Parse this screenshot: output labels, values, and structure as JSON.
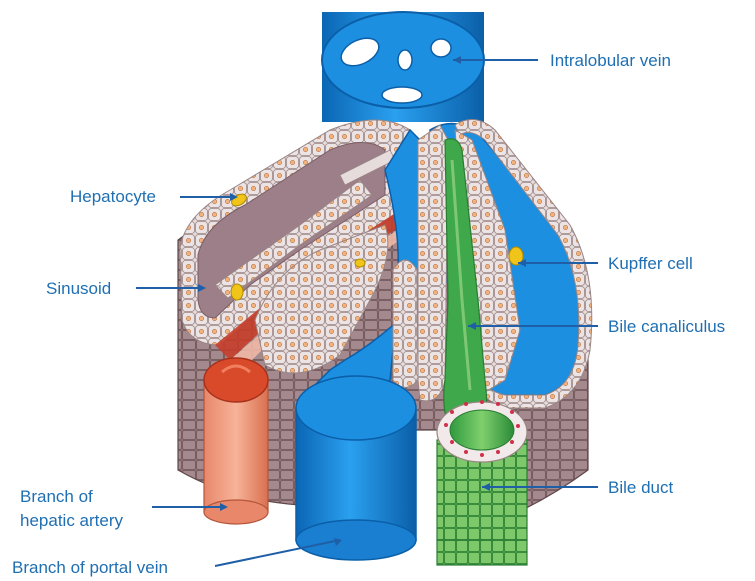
{
  "labels": {
    "intralobular_vein": "Intralobular vein",
    "hepatocyte": "Hepatocyte",
    "kupffer_cell": "Kupffer cell",
    "sinusoid": "Sinusoid",
    "bile_canaliculus": "Bile canaliculus",
    "bile_duct": "Bile duct",
    "hepatic_artery_line1": "Branch of",
    "hepatic_artery_line2": "hepatic artery",
    "portal_vein": "Branch of portal vein"
  },
  "colors": {
    "label_text": "#1f6fb2",
    "leader_line": "#1f5fa8",
    "vein_blue": "#1d8fe0",
    "vein_dark": "#0b5fa8",
    "artery_red": "#d94a2b",
    "artery_pink": "#f2a080",
    "bile_green": "#3ea84a",
    "bile_light": "#8fd07e",
    "hepatocyte_fill": "#e6dcdc",
    "hepatocyte_edge": "#9a8585",
    "nucleus": "#f3b27d",
    "sinusoid_mauve": "#9c7f89",
    "tissue_dark": "#8a6f72",
    "kupffer_yellow": "#f0c419"
  }
}
